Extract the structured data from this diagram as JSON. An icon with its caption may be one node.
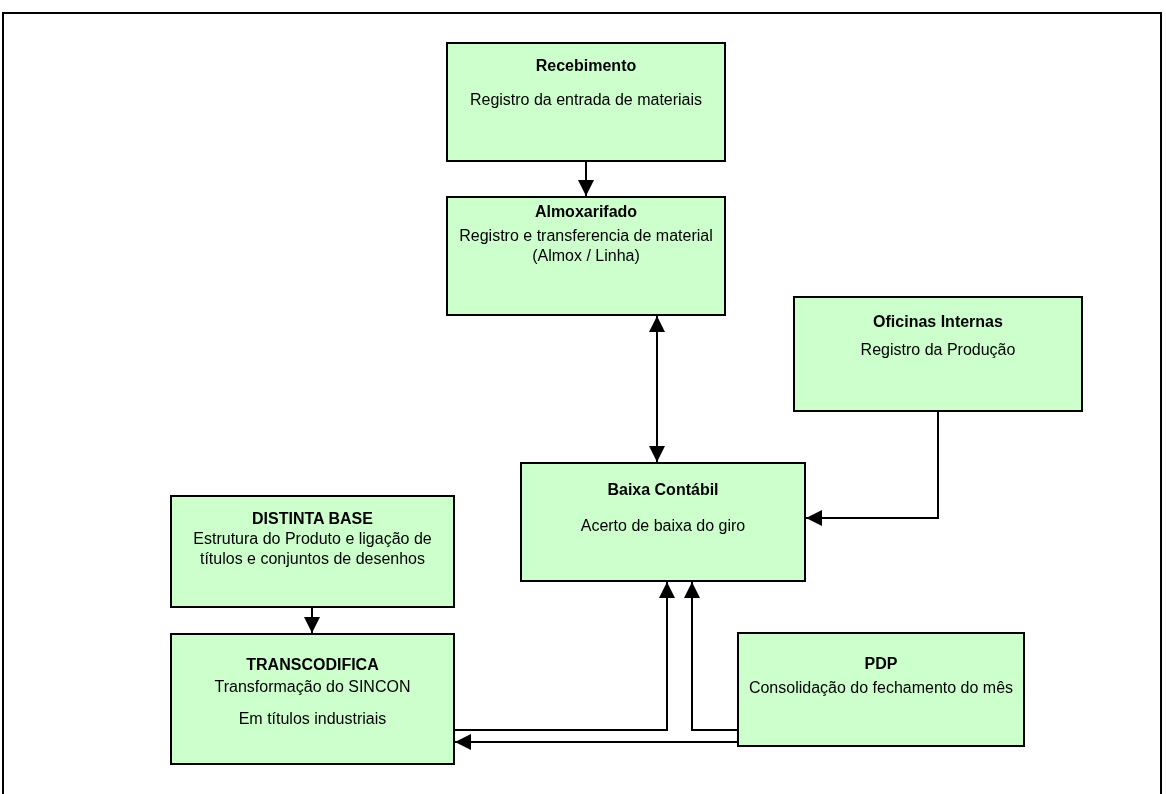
{
  "diagram": {
    "nodes": [
      {
        "text": [
          "Recebimento",
          "Registro da entrada de materiais"
        ]
      },
      {
        "text": [
          "Almoxarifado",
          "Registro e transferencia de material (Almox / Linha)"
        ]
      },
      {
        "text": [
          "Oficinas Internas",
          "Registro da Produção"
        ]
      },
      {
        "text": [
          "DISTINTA BASE",
          "Estrutura do Produto e  ligação de títulos e conjuntos de desenhos"
        ]
      },
      {
        "text": [
          "Baixa Contábil",
          "Acerto de baixa do giro"
        ]
      },
      {
        "text": [
          "TRANSCODIFICA",
          "Transformação do SINCON",
          "Em títulos industriais"
        ]
      },
      {
        "text": [
          "PDP",
          "Consolidação do fechamento do mês"
        ]
      }
    ],
    "edges": [
      {
        "from": 0,
        "to": 1,
        "arrow": "to"
      },
      {
        "from": 1,
        "to": 4,
        "arrow": "both"
      },
      {
        "from": 2,
        "to": 4,
        "arrow": "to"
      },
      {
        "from": 3,
        "to": 5,
        "arrow": "to"
      },
      {
        "from": 5,
        "to": 4,
        "arrow": "to"
      },
      {
        "from": 6,
        "to": 4,
        "arrow": "to"
      },
      {
        "from": 6,
        "to": 5,
        "arrow": "to"
      }
    ]
  }
}
